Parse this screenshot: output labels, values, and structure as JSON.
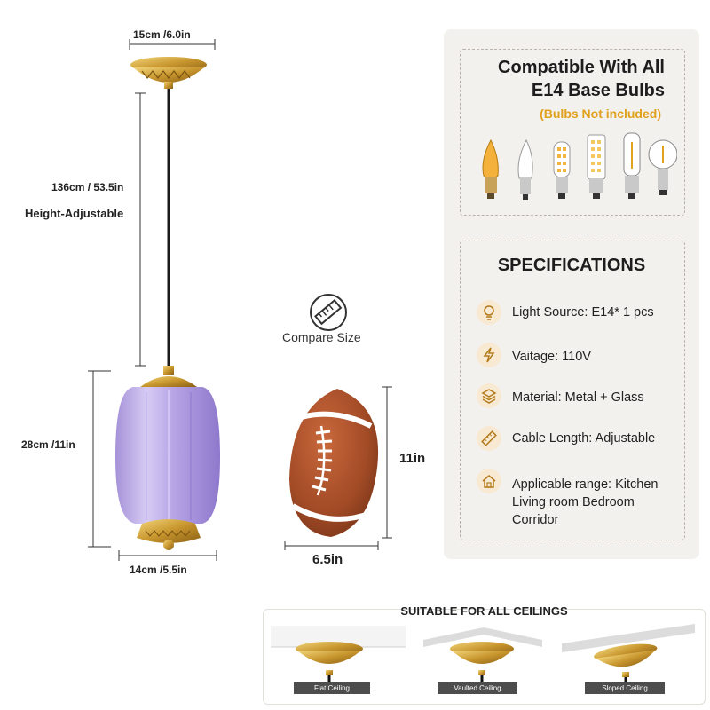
{
  "lamp_dims": {
    "canopy_width": "15cm /6.0in",
    "cable_length": "136cm  / 53.5in",
    "height_note": "Height-Adjustable",
    "shade_height": "28cm /11in",
    "shade_width": "14cm /5.5in"
  },
  "compare": {
    "label": "Compare Size",
    "ball_height": "11in",
    "ball_width": "6.5in"
  },
  "bulbs": {
    "title_line1": "Compatible With All",
    "title_line2": "E14 Base Bulbs",
    "note": "(Bulbs Not included)"
  },
  "specs": {
    "heading": "SPECIFICATIONS",
    "items": [
      {
        "text": "Light Source: E14* 1 pcs",
        "icon": "bulb-icon"
      },
      {
        "text": "Vaitage: 110V",
        "icon": "lightning-icon"
      },
      {
        "text": "Material: Metal + Glass",
        "icon": "layers-icon"
      },
      {
        "text": "Cable Length:  Adjustable",
        "icon": "ruler-icon"
      },
      {
        "text": "Applicable range:  Kitchen Living room  Bedroom Corridor",
        "icon": "home-icon"
      }
    ]
  },
  "ceilings": {
    "title": "SUITABLE FOR ALL CEILINGS",
    "labels": [
      "Flat Ceiling",
      "Vaulted Ceiling",
      "Sloped Ceiling"
    ]
  },
  "colors": {
    "gold": "#c8962e",
    "shade": "#b9a6e6",
    "accent": "#e0a11c",
    "panel": "#f3f1ee"
  }
}
